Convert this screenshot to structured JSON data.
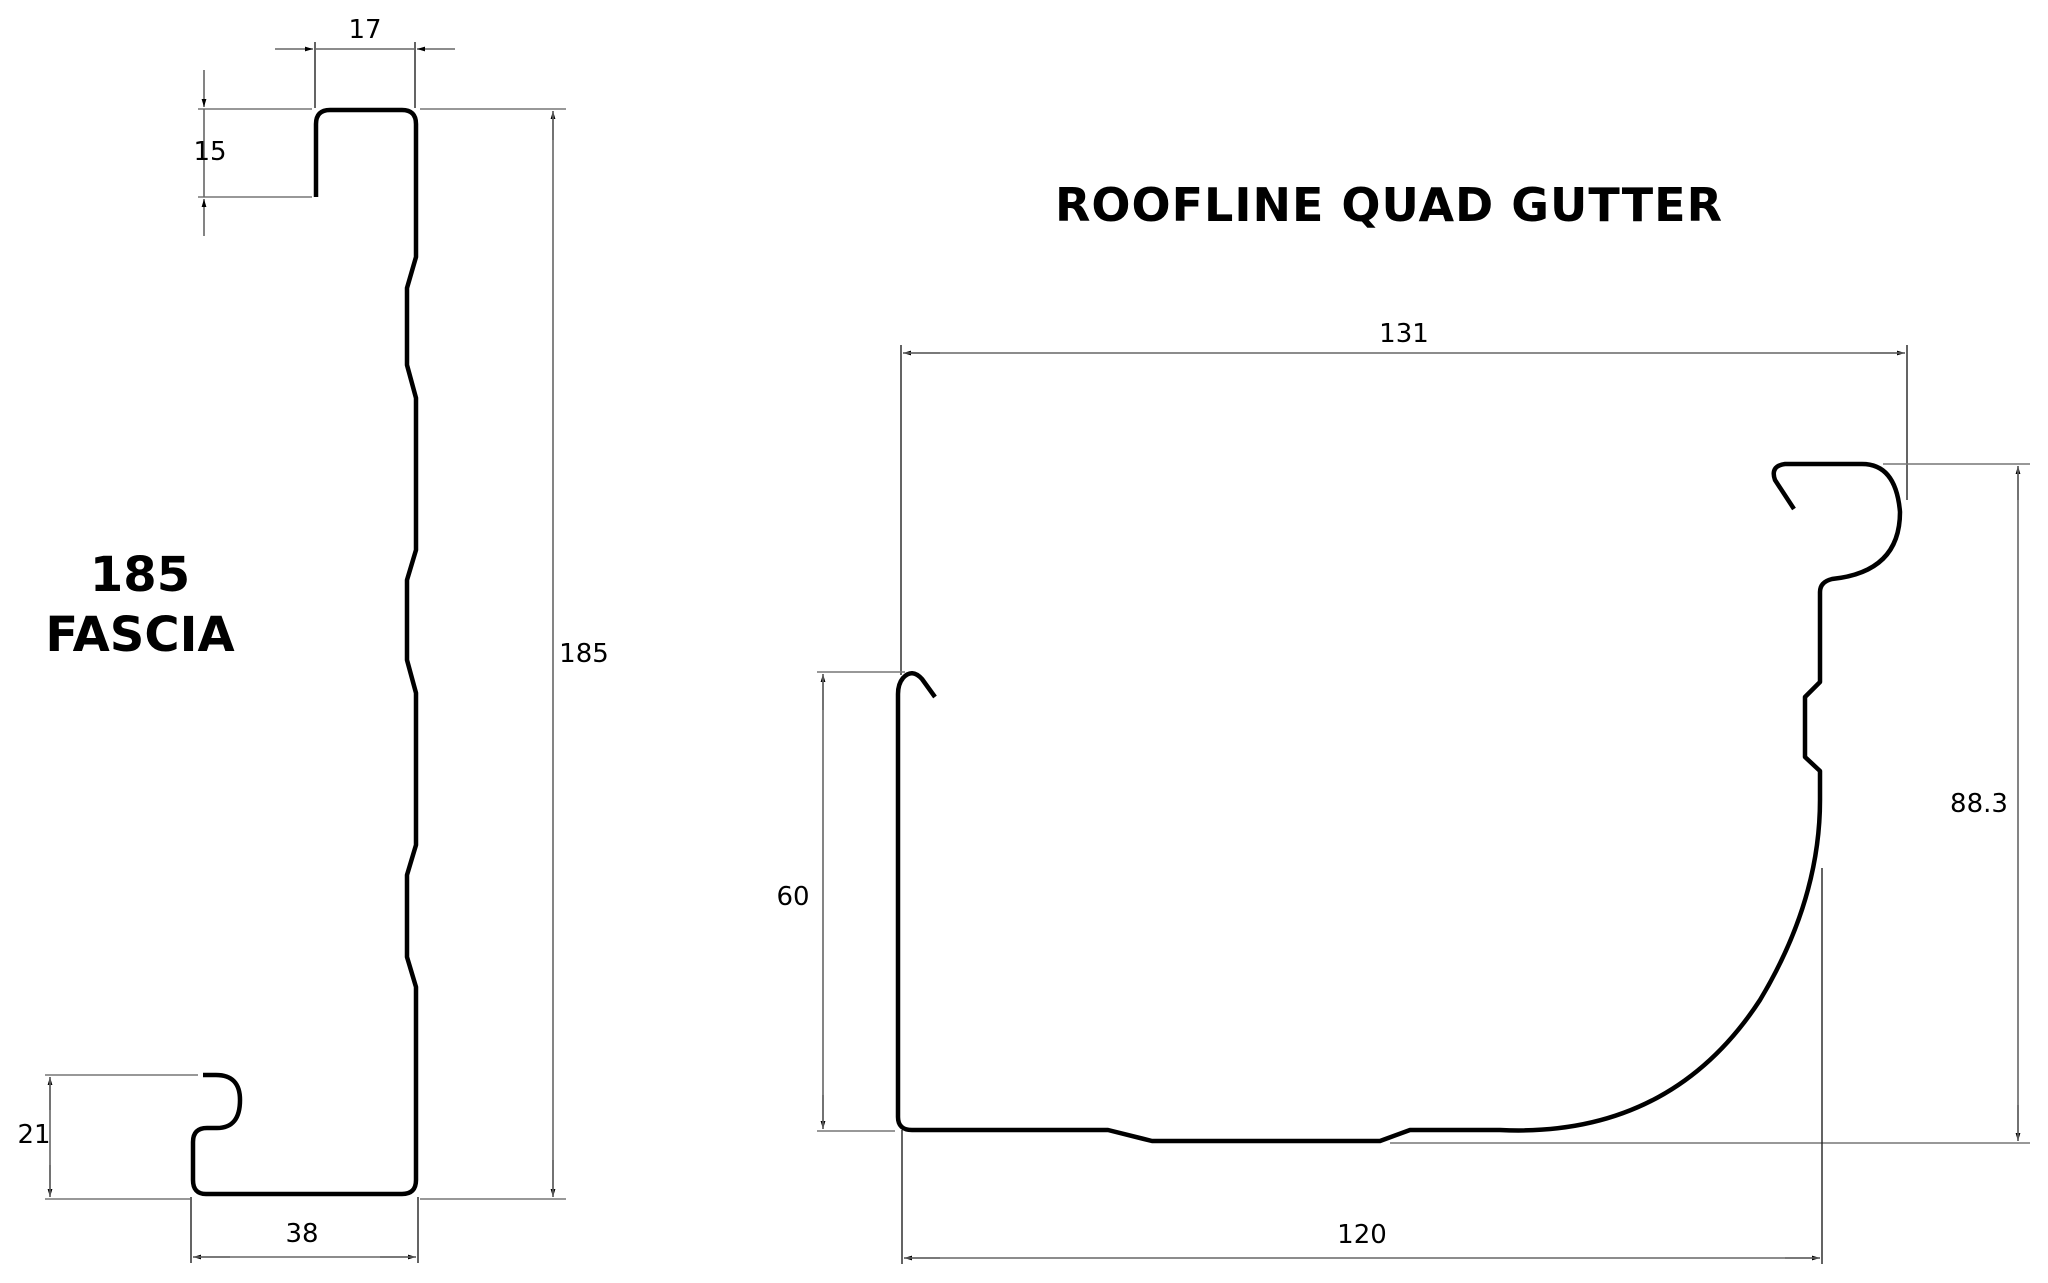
{
  "fascia": {
    "title_line1": "185",
    "title_line2": "FASCIA",
    "dimensions": {
      "top_lip_width": "17",
      "top_lip_height": "15",
      "overall_height": "185",
      "bottom_return_height": "21",
      "bottom_width": "38"
    }
  },
  "gutter": {
    "title": "ROOFLINE QUAD GUTTER",
    "dimensions": {
      "overall_width": "131",
      "front_height": "60",
      "back_height": "88.3",
      "base_width": "120"
    }
  },
  "colors": {
    "profile_stroke": "#000000",
    "dimension_line": "#666666",
    "background": "#ffffff"
  }
}
